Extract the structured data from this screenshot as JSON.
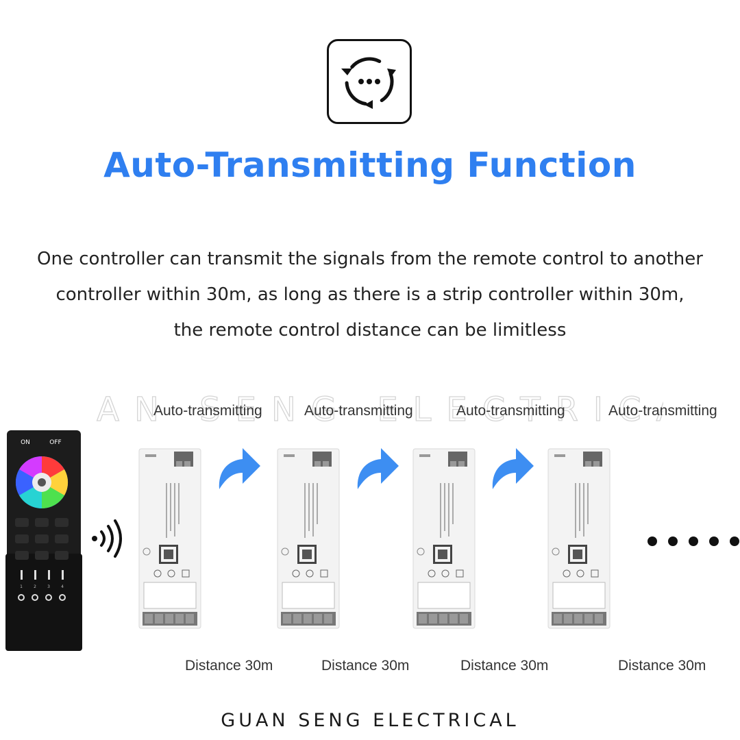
{
  "title": "Auto-Transmitting Function",
  "description": {
    "line1": "One controller can transmit the signals from the remote control to another",
    "line2": "controller within 30m, as long as there is a strip controller within 30m,",
    "line3": "the remote control distance can be limitless"
  },
  "watermark": "GUAN SENG ELECTRICAL",
  "auto_transmitting_labels": [
    "Auto-transmitting",
    "Auto-transmitting",
    "Auto-transmitting",
    "Auto-transmitting"
  ],
  "distance_labels": [
    "Distance 30m",
    "Distance 30m",
    "Distance 30m",
    "Distance 30m"
  ],
  "remote": {
    "on_label": "ON",
    "off_label": "OFF",
    "zone_numbers": [
      "1",
      "2",
      "3",
      "4"
    ]
  },
  "footer_brand": "GUAN SENG ELECTRICAL",
  "colors": {
    "title_blue": "#2f7ff0",
    "arrow_blue": "#3d8ef2",
    "text": "#222222",
    "remote_body": "#1c1c1c"
  },
  "icons": [
    "auto-transmit-icon",
    "signal-waves-icon",
    "curved-arrow-icon",
    "more-dots-icon"
  ]
}
